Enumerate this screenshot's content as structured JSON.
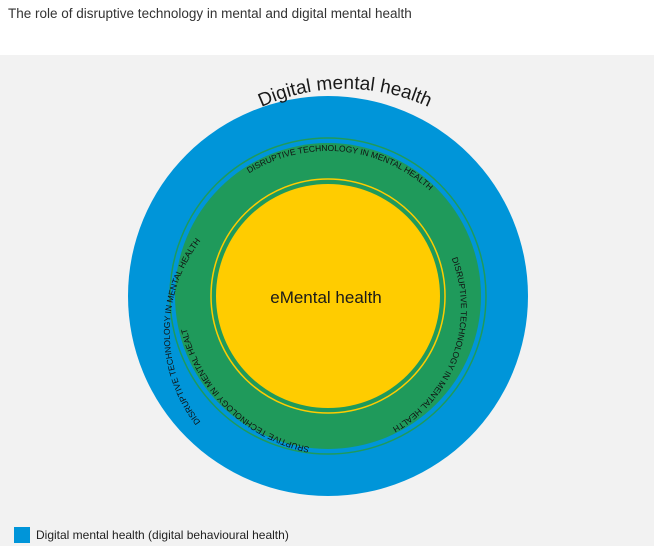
{
  "title": "The role of disruptive technology in mental and digital mental health",
  "diagram": {
    "outer_label": "Digital mental health",
    "ring_label_top": "DISRUPTIVE TECHNOLOGY IN MENTAL HEALTH",
    "ring_label_left": "DISRUPTIVE TECHNOLOGY IN MENTAL HEALTH",
    "ring_label_right": "DISRUPTIVE TECHNOLOGY IN MENTAL HEALTH",
    "ring_label_bottom": "DISRUPTIVE TECHNOLOGY IN MENTAL HEALTH",
    "center_label": "eMental health"
  },
  "legend": {
    "label": "Digital mental health (digital behavioural health)",
    "color": "#0095d9"
  },
  "colors": {
    "outer": "#0095d9",
    "ring": "#1f9a5b",
    "center": "#ffcc00",
    "background_panel": "#f2f2f2"
  }
}
